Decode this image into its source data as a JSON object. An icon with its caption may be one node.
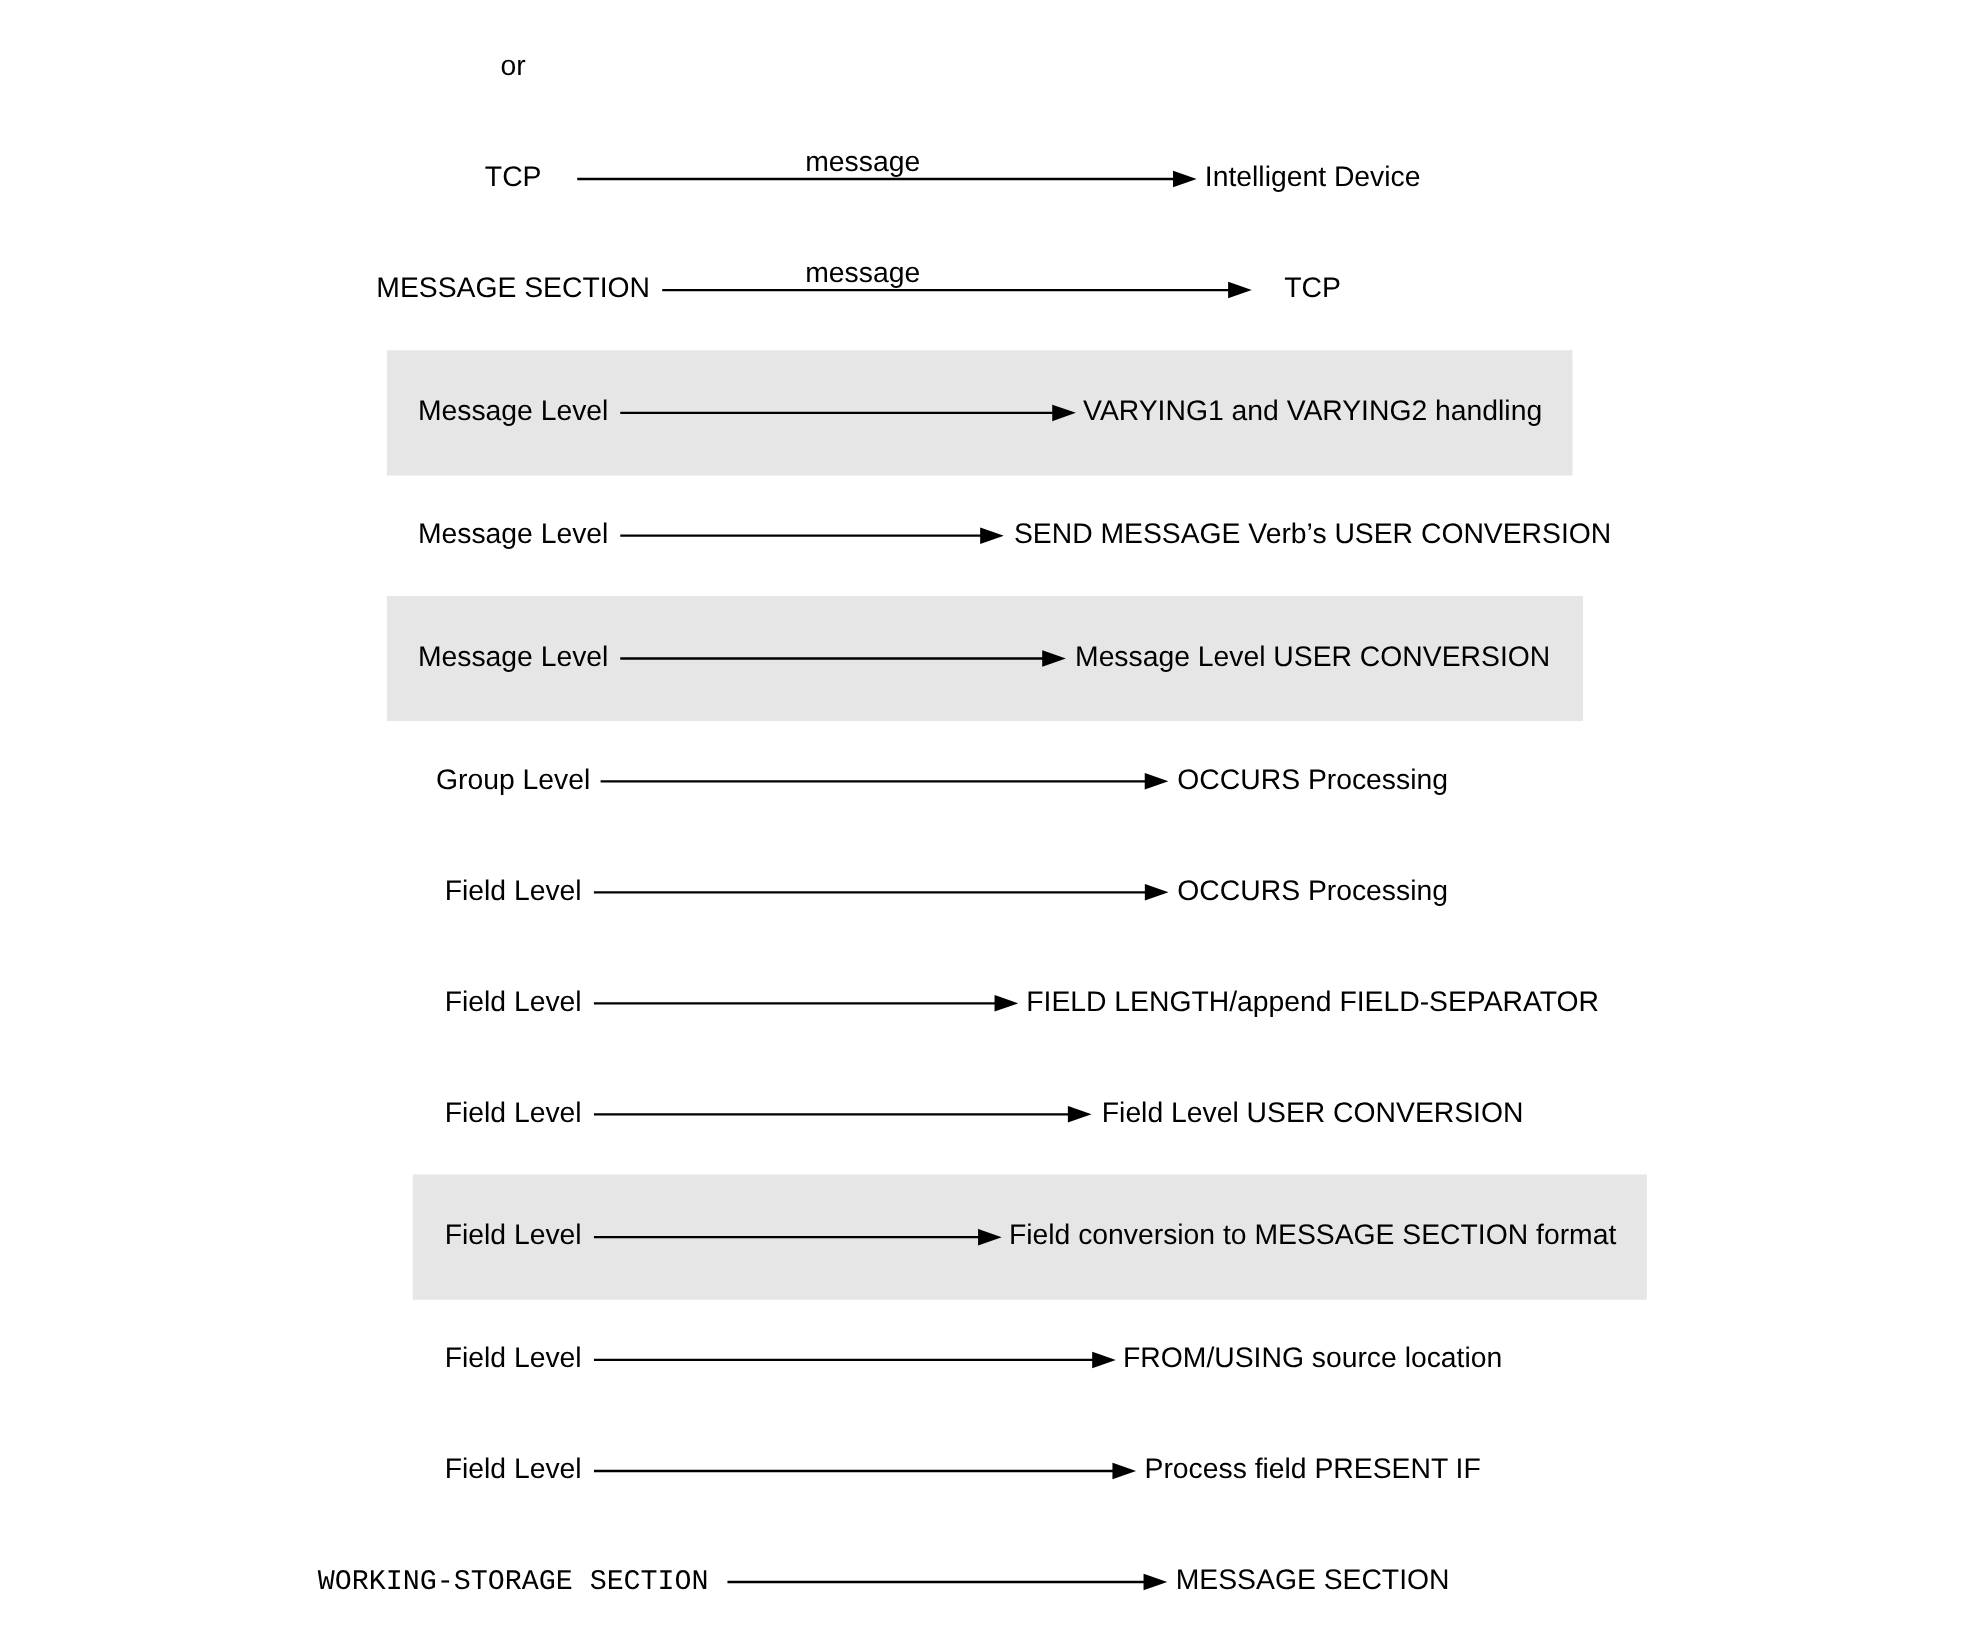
{
  "diagram": {
    "nodes": [
      {
        "text": [
          "WORKING-STORAGE SECTION"
        ]
      },
      {
        "text": [
          "Field Level"
        ]
      },
      {
        "text": [
          "Process field PRESENT IF"
        ]
      },
      {
        "text": [
          "Field Level"
        ]
      },
      {
        "text": [
          "FROM/USING source location"
        ]
      },
      {
        "text": [],
        "shape": "bar"
      },
      {
        "text": [
          "Field Level"
        ],
        "in": 5
      },
      {
        "text": [
          "Field conversion to MESSAGE SECTION format"
        ],
        "in": 5
      },
      {
        "text": [
          "Field Level"
        ]
      },
      {
        "text": [
          "Field Level USER CONVERSION"
        ]
      },
      {
        "text": [
          "Field Level"
        ]
      },
      {
        "text": [
          "FIELD LENGTH/append FIELD-SEPARATOR"
        ]
      },
      {
        "text": [
          "Field Level"
        ]
      },
      {
        "text": [
          "OCCURS Processing"
        ]
      },
      {
        "text": [
          "Group Level"
        ]
      },
      {
        "text": [
          "OCCURS Processing"
        ]
      },
      {
        "text": [],
        "shape": "bar"
      },
      {
        "text": [
          "Message Level"
        ],
        "in": 16
      },
      {
        "text": [
          "Message Level USER CONVERSION"
        ],
        "in": 16
      },
      {
        "text": [
          "Message Level"
        ]
      },
      {
        "text": [
          "SEND MESSAGE Verb’s USER CONVERSION"
        ]
      },
      {
        "text": [],
        "shape": "bar"
      },
      {
        "text": [
          "Message Level"
        ],
        "in": 21
      },
      {
        "text": [
          "VARYING1 and VARYING2 handling"
        ],
        "in": 21
      },
      {
        "text": [
          "MESSAGE SECTION"
        ]
      },
      {
        "text": [
          "MESSAGE SECTION"
        ]
      },
      {
        "text": [
          "TCP"
        ]
      },
      {
        "text": [
          "TCP"
        ]
      },
      {
        "text": [
          "Intelligent Device"
        ]
      }
    ],
    "edges": [
      {
        "from": 0,
        "to": 24,
        "arrow": "to"
      },
      {
        "from": 1,
        "to": 2,
        "arrow": "to"
      },
      {
        "from": 3,
        "to": 4,
        "arrow": "to"
      },
      {
        "from": 6,
        "to": 7,
        "arrow": "to"
      },
      {
        "from": 8,
        "to": 9,
        "arrow": "to"
      },
      {
        "from": 10,
        "to": 11,
        "arrow": "to"
      },
      {
        "from": 12,
        "to": 13,
        "arrow": "to"
      },
      {
        "from": 14,
        "to": 15,
        "arrow": "to"
      },
      {
        "from": 17,
        "to": 18,
        "arrow": "to"
      },
      {
        "from": 19,
        "to": 20,
        "arrow": "to"
      },
      {
        "from": 22,
        "to": 23,
        "arrow": "to"
      },
      {
        "from": 25,
        "to": 26,
        "arrow": "to",
        "label": "message"
      },
      {
        "from": 27,
        "to": 28,
        "arrow": "to",
        "label": "message"
      }
    ],
    "labels": [
      "or"
    ]
  }
}
